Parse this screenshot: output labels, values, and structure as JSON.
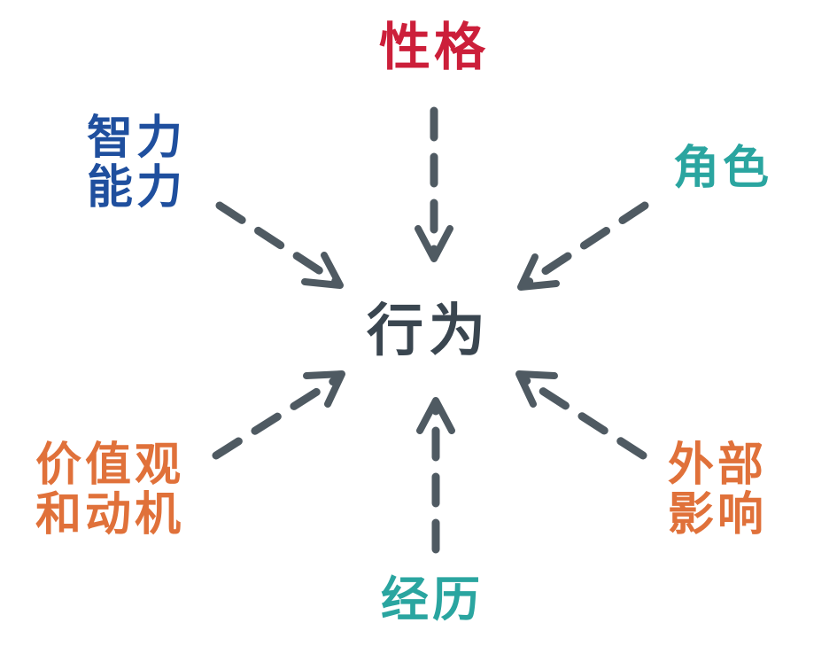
{
  "center": {
    "label": "行为",
    "color": "#3a4650"
  },
  "nodes": [
    {
      "id": "top",
      "lines": [
        "性格"
      ],
      "color": "#cc1f3a"
    },
    {
      "id": "topleft",
      "lines": [
        "智力",
        "能力"
      ],
      "color": "#1f4f9e"
    },
    {
      "id": "topright",
      "lines": [
        "角色"
      ],
      "color": "#2aa5a0"
    },
    {
      "id": "bottomleft",
      "lines": [
        "价值观",
        "和动机"
      ],
      "color": "#e0713a"
    },
    {
      "id": "bottomright",
      "lines": [
        "外部",
        "影响"
      ],
      "color": "#e0713a"
    },
    {
      "id": "bottom",
      "lines": [
        "经历"
      ],
      "color": "#2aa5a0"
    }
  ],
  "arrow_color": "#4f5a62",
  "edges": [
    {
      "from": "top",
      "to": "center"
    },
    {
      "from": "topleft",
      "to": "center"
    },
    {
      "from": "topright",
      "to": "center"
    },
    {
      "from": "bottomleft",
      "to": "center"
    },
    {
      "from": "bottomright",
      "to": "center"
    },
    {
      "from": "bottom",
      "to": "center"
    }
  ]
}
